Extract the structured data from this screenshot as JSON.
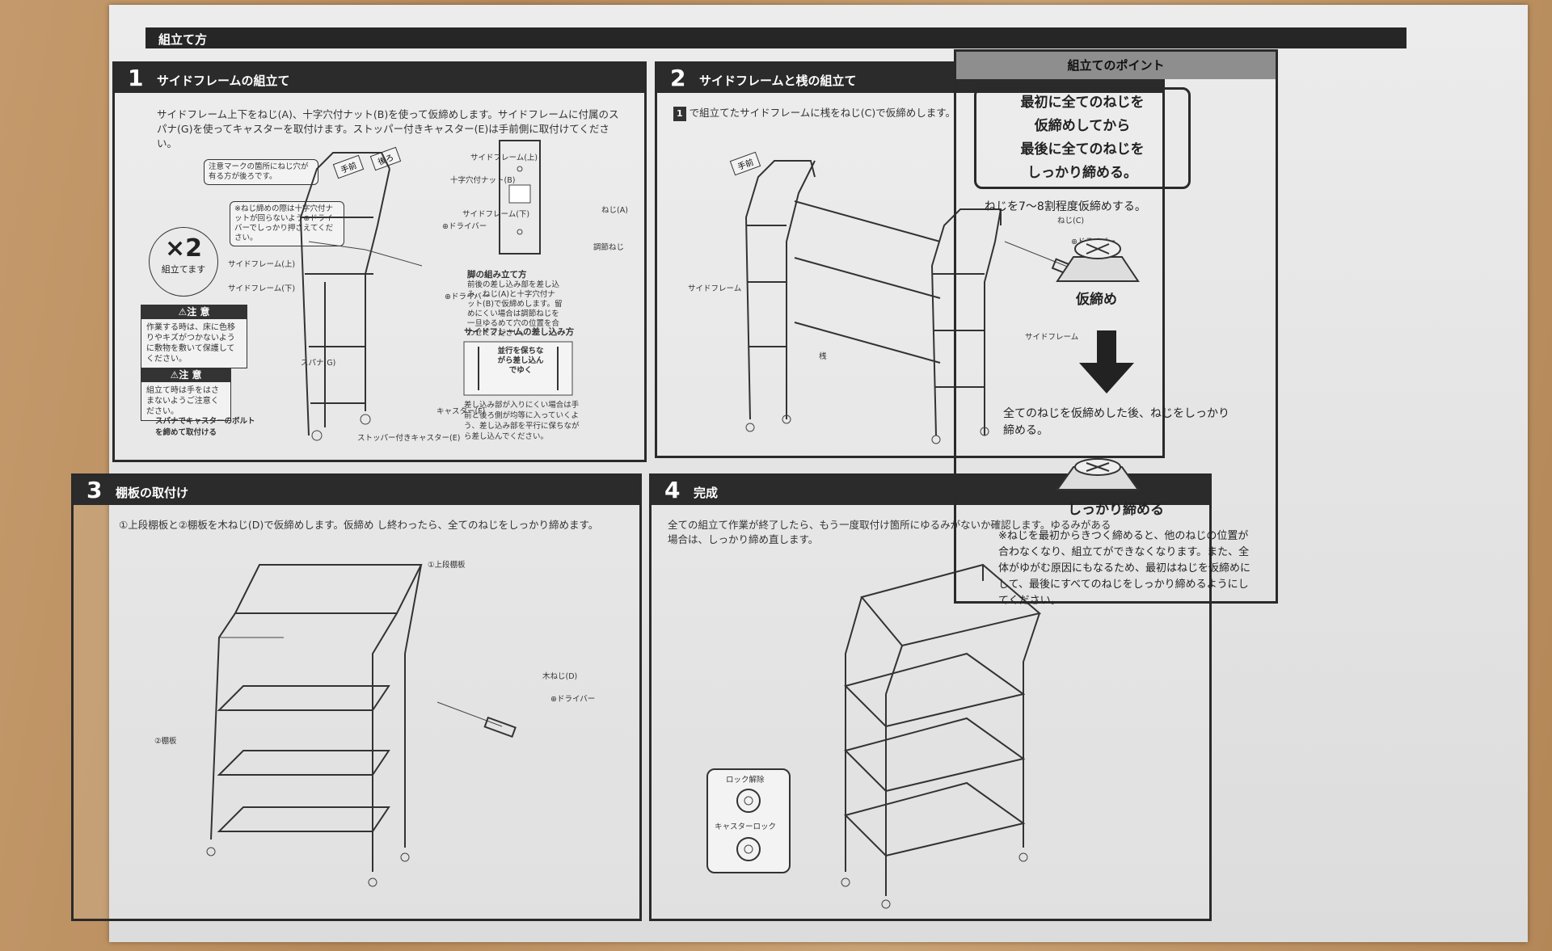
{
  "header": {
    "title": "組立て方"
  },
  "step1": {
    "number": "1",
    "title": "サイドフレームの組立て",
    "text": "サイドフレーム上下をねじ(A)、十字穴付ナット(B)を使って仮締めします。サイドフレームに付属のスパナ(G)を使ってキャスターを取付けます。ストッパー付きキャスター(E)は手前側に取付けてください。",
    "caution_note": "注意マークの箇所にねじ穴が有る方が後ろです。",
    "screw_note": "※ねじ締めの際は十字穴付ナットが回らないよう⊕ドライバーでしっかり押さえてください。",
    "tag_front": "手前",
    "tag_back": "後ろ",
    "x2_big": "×2",
    "x2_small": "組立てます",
    "warn1_title": "⚠注 意",
    "warn1_text": "作業する時は、床に色移りやキズがつかないように敷物を敷いて保護してください。",
    "warn2_title": "⚠注 意",
    "warn2_text": "組立て時は手をはさまないようご注意ください。",
    "labels": {
      "side_upper_top": "サイドフレーム(上)",
      "nut": "十字穴付ナット(B)",
      "side_lower_r": "サイドフレーム(下)",
      "screw_a": "ねじ(A)",
      "adjust": "調節ねじ",
      "driver1": "⊕ドライバー",
      "driver2": "⊕ドライバー",
      "side_upper_l": "サイドフレーム(上)",
      "side_lower_l": "サイドフレーム(下)",
      "spanner": "スパナ(G)",
      "caster": "キャスター(F)",
      "stopper": "ストッパー付きキャスター(E)",
      "spanner_note": "スパナでキャスターのボルトを締めて取付ける",
      "leg_title": "脚の組み立て方",
      "leg_text": "前後の差し込み部を差し込み、ねじ(A)と十字穴付ナット(B)で仮締めします。留めにくい場合は調節ねじを一旦ゆるめて穴の位置を合わせてください。",
      "insert_title": "サイドフレームの差し込み方",
      "insert_box": "並行を保ちながら差し込んでゆく",
      "insert_text": "差し込み部が入りにくい場合は手前と後ろ側が均等に入っていくよう、差し込み部を平行に保ちながら差し込んでください。"
    }
  },
  "step2": {
    "number": "2",
    "title": "サイドフレームと桟の組立て",
    "badge": "1",
    "text": "で組立てたサイドフレームに桟をねじ(C)で仮締めします。",
    "tag_front": "手前",
    "labels": {
      "screw_c": "ねじ(C)",
      "driver": "⊕ドライバー",
      "side_l": "サイドフレーム",
      "side_r": "サイドフレーム",
      "bar": "桟"
    }
  },
  "step3": {
    "number": "3",
    "title": "棚板の取付け",
    "text": "①上段棚板と②棚板を木ねじ(D)で仮締めします。仮締め し終わったら、全てのねじをしっかり締めます。",
    "labels": {
      "top_shelf": "①上段棚板",
      "shelf": "②棚板",
      "wood_screw": "木ねじ(D)",
      "driver": "⊕ドライバー"
    }
  },
  "step4": {
    "number": "4",
    "title": "完成",
    "text": "全ての組立て作業が終了したら、もう一度取付け箇所にゆるみがないか確認します。ゆるみがある場合は、しっかり締め直します。",
    "lock_release": "ロック解除",
    "caster_lock": "キャスターロック"
  },
  "points": {
    "title": "組立てのポイント",
    "main": [
      "最初に全てのねじを",
      "仮締めしてから",
      "最後に全てのねじを",
      "しっかり締める。"
    ],
    "tip": "ねじを7～8割程度仮締めする。",
    "temp_label": "仮締め",
    "after": "全てのねじを仮締めした後、ねじをしっかり締める。",
    "tight_label": "しっかり締める",
    "note": "※ねじを最初からきつく締めると、他のねじの位置が合わなくなり、組立てができなくなります。また、全体がゆがむ原因にもなるため、最初はねじを仮締めにして、最後にすべてのねじをしっかり締めるようにしてください。"
  }
}
